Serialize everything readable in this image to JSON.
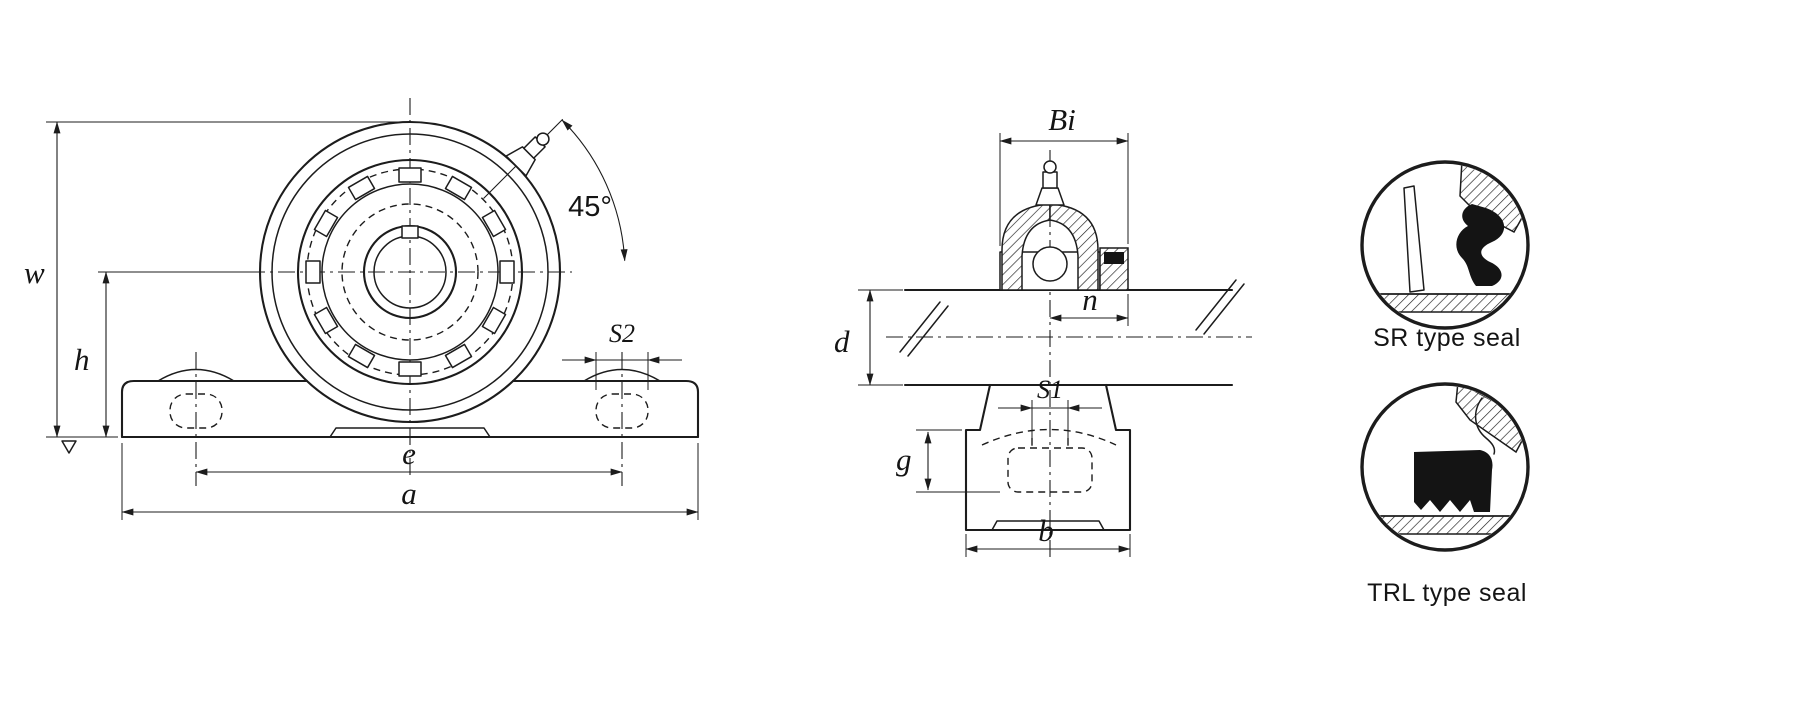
{
  "drawing": {
    "front_view": {
      "labels": {
        "w": "w",
        "h": "h",
        "angle": "45°",
        "s2": "S2",
        "e": "e",
        "a": "a"
      }
    },
    "side_view": {
      "labels": {
        "bi": "Bi",
        "n": "n",
        "d": "d",
        "s1": "S1",
        "g": "g",
        "b": "b"
      }
    },
    "seal_details": [
      {
        "label": "SR type seal"
      },
      {
        "label": "TRL type seal"
      }
    ],
    "colors": {
      "line": "#1c1c1c",
      "background": "#ffffff"
    }
  }
}
